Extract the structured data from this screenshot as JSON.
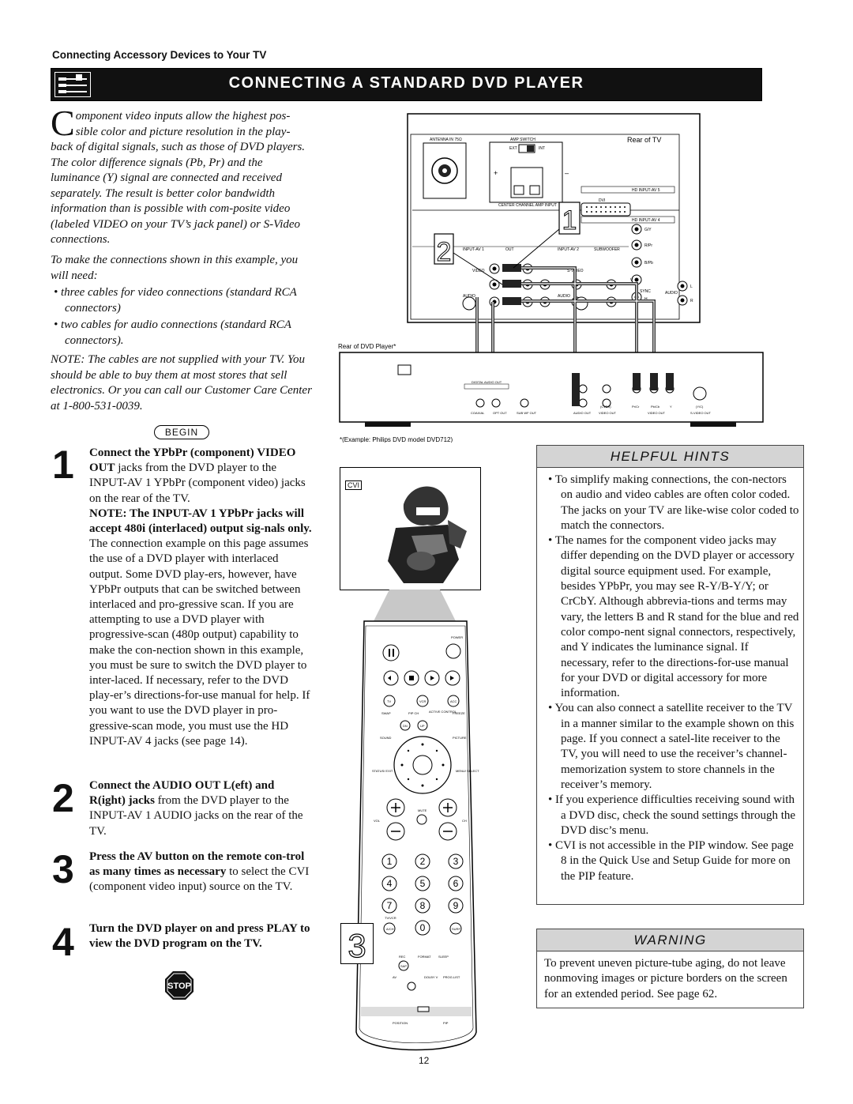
{
  "section_label": "Connecting Accessory Devices to Your TV",
  "title": "CONNECTING A STANDARD DVD PLAYER",
  "intro": {
    "dropcap": "C",
    "text": "omponent video inputs allow the highest pos-sible color and picture resolution in the play-back of digital signals, such as those of DVD players. The color difference signals (Pb, Pr) and the luminance (Y) signal are connected and received separately. The result is better color bandwidth information than is possible with com-posite video (labeled VIDEO on your TV’s jack panel) or S-Video connections."
  },
  "sub_intro": "To make the connections shown in this example, you will need:",
  "needs": [
    "three cables for video connections (standard RCA connectors)",
    "two cables for audio connections (standard RCA connectors)."
  ],
  "note": "NOTE: The cables are not supplied with your TV. You should be able to buy them at most stores that sell electronics. Or you can call our Customer Care Center at 1-800-531-0039.",
  "begin_label": "BEGIN",
  "steps": [
    {
      "num": "1",
      "bold": "Connect the YPbPr (component) VIDEO OUT",
      "text": " jacks from the DVD player to the INPUT-AV 1 YPbPr (component video) jacks on the rear of the TV.",
      "note_bold": "NOTE: The INPUT-AV 1 YPbPr jacks will accept 480i (interlaced) output sig-nals only.",
      "note_text": " The connection example on this page assumes the use of a DVD player with interlaced output. Some DVD play-ers, however, have YPbPr outputs that can be switched between interlaced and pro-gressive scan. If you are attempting to use a DVD player with progressive-scan (480p output) capability to make the con-nection shown in this example, you must be sure to switch the DVD player to inter-laced. If necessary, refer to the DVD play-er’s directions-for-use manual for help. If you want to use the DVD player in pro-gressive-scan mode, you must use the HD INPUT-AV 4 jacks (see page 14)."
    },
    {
      "num": "2",
      "bold": "Connect the AUDIO OUT L(eft) and R(ight) jacks",
      "text": " from the DVD player to the INPUT-AV 1 AUDIO jacks on the rear of the TV."
    },
    {
      "num": "3",
      "bold": "Press the AV button on the remote con-trol as many times as necessary",
      "text": " to select the CVI (component video input) source on the TV."
    },
    {
      "num": "4",
      "bold": "Turn the DVD player on and press PLAY to view the DVD program on the TV.",
      "text": ""
    }
  ],
  "stop_label": "STOP",
  "diagram": {
    "rear_tv": "Rear of TV",
    "rear_dvd": "Rear of DVD Player*",
    "example_caption": "*(Example: Philips DVD model DVD712)",
    "callout_1": "1",
    "callout_2": "2",
    "callout_3": "3",
    "tv_labels": {
      "antenna": "ANTENNA IN 75Ω",
      "amp_switch": "AMP SWITCH",
      "ext": "EXT",
      "int": "INT",
      "center": "CENTER CHANNEL AMP INPUT",
      "hd_av5": "HD INPUT-AV 5",
      "dvi": "DVI",
      "hd_av4": "HD INPUT-AV 4",
      "input_av1": "INPUT-AV 1",
      "out": "OUT",
      "input_av2": "INPUT-AV 2",
      "subwoofer": "SUBWOOFER",
      "video": "VIDEO",
      "svideo": "S-VIDEO",
      "audio": "AUDIO",
      "sync": "SYNC",
      "gy": "G/Y",
      "rpr": "R/Pr",
      "bpb": "B/Pb",
      "v": "V",
      "h": "H",
      "l": "L",
      "r": "R"
    },
    "dvd_labels": {
      "digital_out": "DIGITAL AUDIO OUT",
      "coaxial": "COAXIAL",
      "opt_out": "OPT OUT",
      "sub_wf": "SUB WF OUT",
      "audio_out": "AUDIO OUT",
      "video_out": "VIDEO OUT",
      "video_out2": "VIDEO OUT",
      "svideo_out": "S-VIDEO OUT",
      "cvbs": "(CVBS)",
      "pr": "Pr/Cr",
      "pb": "Pb/Cb",
      "y": "Y",
      "yc": "(Y/C)"
    },
    "cvi": "CVI"
  },
  "remote": {
    "power": "POWER",
    "tv": "TV",
    "vcr": "VCR",
    "acc": "ACC",
    "swap": "SWAP",
    "pip_ch": "PIP CH",
    "active_control": "ACTIVE CONTROL",
    "freeze": "FREEZE",
    "dn": "DN",
    "up": "UP",
    "sound": "SOUND",
    "picture": "PICTURE",
    "status_exit": "STATUS/ EXIT",
    "menu_select": "MENU/ SELECT",
    "vol": "VOL",
    "mute": "MUTE",
    "ch": "CH",
    "keys": [
      "1",
      "2",
      "3",
      "4",
      "5",
      "6",
      "7",
      "8",
      "9"
    ],
    "tvvcr": "TV/VCR",
    "ach": "A/CH",
    "zero": "0",
    "surf": "SURF",
    "rec": "REC",
    "format": "FORMAT",
    "sleep": "SLEEP",
    "sap": "SAP",
    "av": "AV",
    "dolby": "DOLBY V",
    "prog_list": "PROG.LIST",
    "position": "POSITION",
    "pip": "PIP"
  },
  "hints": {
    "title": "HELPFUL HINTS",
    "items": [
      "To simplify making connections, the con-nectors on audio and video cables are often color coded. The jacks on your TV are like-wise color coded to match the connectors.",
      "The names for the component video jacks may differ depending on the DVD player or accessory digital source equipment used. For example, besides YPbPr, you may see R-Y/B-Y/Y; or CrCbY. Although abbrevia-tions and terms may vary, the letters B and R stand for the blue and red color compo-nent signal connectors, respectively, and Y indicates the luminance signal. If necessary, refer to the directions-for-use manual for your DVD or digital accessory for more information.",
      "You can also connect a satellite receiver to the TV in a manner similar to the example shown on this page. If you connect a satel-lite receiver to the TV, you will need to use the receiver’s channel-memorization system to store channels in the receiver’s memory.",
      "If you experience difficulties receiving sound with a DVD disc, check the sound settings through the DVD disc’s menu.",
      "CVI is not accessible in the PIP window. See page 8 in the Quick Use and Setup Guide for more on the PIP feature."
    ]
  },
  "warning": {
    "title": "WARNING",
    "text": "To prevent uneven picture-tube aging, do not leave nonmoving images or picture borders on the screen for an extended period. See page 62."
  },
  "page_number": "12"
}
